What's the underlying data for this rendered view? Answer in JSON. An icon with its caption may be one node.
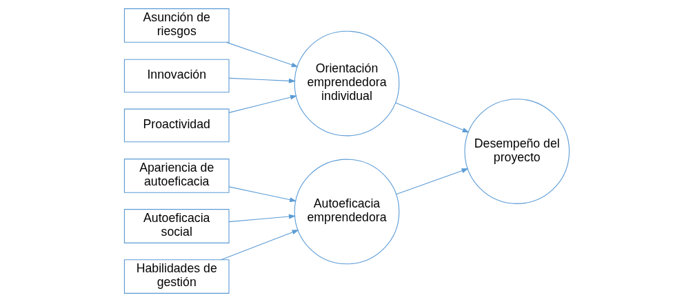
{
  "diagram": {
    "nodes": [
      {
        "text": [
          "Asunción de riesgos"
        ]
      },
      {
        "text": [
          "Innovación"
        ]
      },
      {
        "text": [
          "Proactividad"
        ]
      },
      {
        "text": [
          "Orientación emprendedora individual"
        ]
      },
      {
        "text": [
          "Desempeño del proyecto"
        ]
      },
      {
        "text": [
          "Apariencia de autoeficacia"
        ]
      },
      {
        "text": [
          "Autoeficacia social"
        ]
      },
      {
        "text": [
          "Habilidades de gestión"
        ]
      },
      {
        "text": [
          "Autoeficacia emprendedora"
        ]
      }
    ],
    "edges": [
      {
        "from": 0,
        "to": 3,
        "arrow": "to"
      },
      {
        "from": 1,
        "to": 3,
        "arrow": "to"
      },
      {
        "from": 2,
        "to": 3,
        "arrow": "to"
      },
      {
        "from": 3,
        "to": 4,
        "arrow": "to"
      },
      {
        "from": 5,
        "to": 8,
        "arrow": "to"
      },
      {
        "from": 6,
        "to": 8,
        "arrow": "to"
      },
      {
        "from": 7,
        "to": 8,
        "arrow": "to"
      },
      {
        "from": 8,
        "to": 4,
        "arrow": "to"
      }
    ]
  }
}
